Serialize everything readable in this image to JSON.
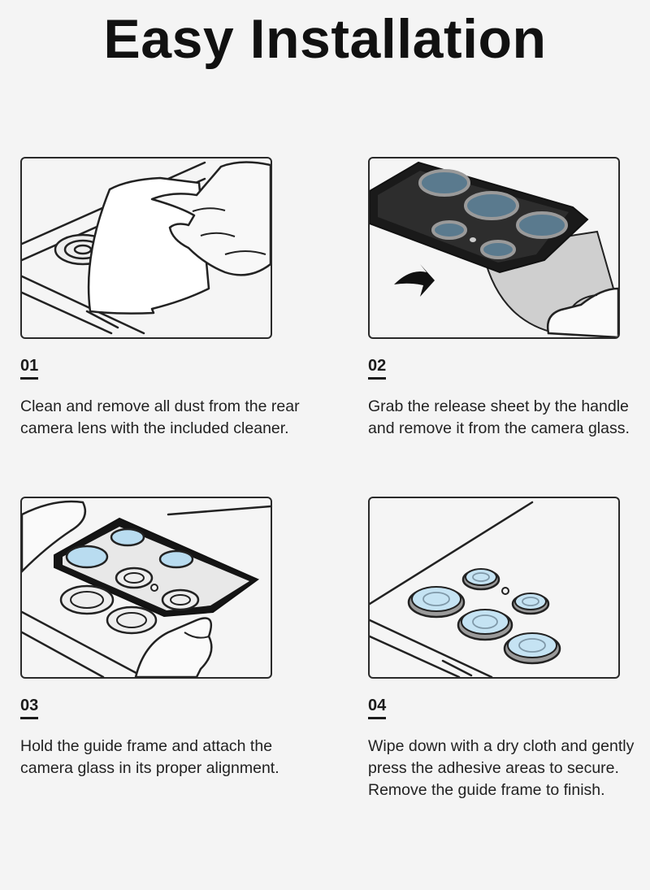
{
  "title": "Easy Installation",
  "steps": [
    {
      "number": "01",
      "text": "Clean and remove all dust from the rear camera lens with the included cleaner."
    },
    {
      "number": "02",
      "text": "Grab the release sheet by the handle and remove it from the camera glass."
    },
    {
      "number": "03",
      "text": "Hold the guide frame and attach the camera glass in its proper alignment."
    },
    {
      "number": "04",
      "text": "Wipe down with a dry cloth and gently press the adhesive areas to secure.  Remove the guide frame to finish."
    }
  ]
}
